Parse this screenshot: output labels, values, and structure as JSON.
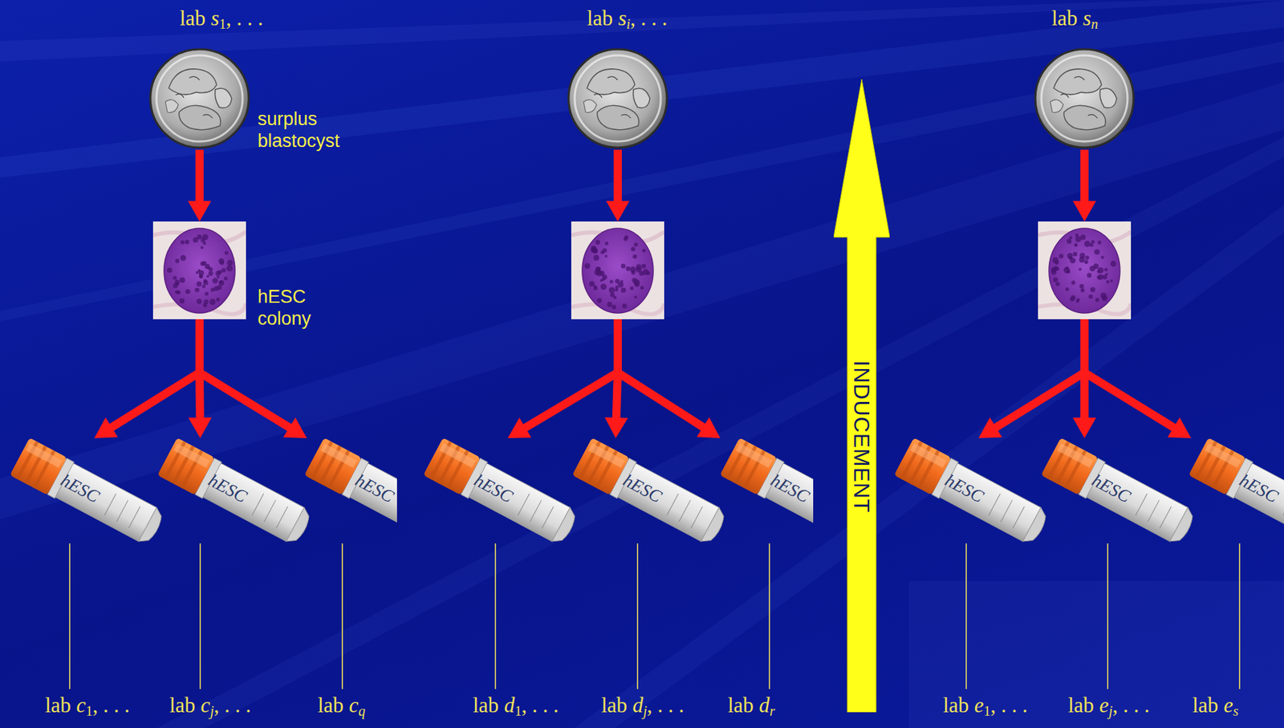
{
  "diagram": {
    "nodes": [
      {
        "text": [
          "lab s1, . . .",
          "surplus blastocyst"
        ]
      },
      {
        "text": [
          "hESC colony"
        ]
      },
      {
        "text": [
          "hESC"
        ]
      },
      {
        "text": [
          "hESC"
        ]
      },
      {
        "text": [
          "hESC"
        ]
      },
      {
        "text": [
          "lab si, . . ."
        ]
      },
      {
        "text": []
      },
      {
        "text": [
          "hESC"
        ]
      },
      {
        "text": [
          "hESC"
        ]
      },
      {
        "text": [
          "hESC"
        ]
      },
      {
        "text": [
          "INDUCEMENT"
        ]
      },
      {
        "text": [
          "lab sn"
        ]
      },
      {
        "text": []
      },
      {
        "text": [
          "hESC"
        ]
      },
      {
        "text": [
          "hESC"
        ]
      },
      {
        "text": [
          "hESC"
        ]
      }
    ],
    "edges": [
      {
        "from": 0,
        "to": 1,
        "arrow": "to"
      },
      {
        "from": 1,
        "to": 2,
        "arrow": "to"
      },
      {
        "from": 1,
        "to": 3,
        "arrow": "to"
      },
      {
        "from": 1,
        "to": 4,
        "arrow": "to"
      },
      {
        "from": 5,
        "to": 6,
        "arrow": "to"
      },
      {
        "from": 6,
        "to": 7,
        "arrow": "to"
      },
      {
        "from": 6,
        "to": 8,
        "arrow": "to"
      },
      {
        "from": 6,
        "to": 9,
        "arrow": "to"
      },
      {
        "from": 11,
        "to": 12,
        "arrow": "to"
      },
      {
        "from": 12,
        "to": 13,
        "arrow": "to"
      },
      {
        "from": 12,
        "to": 14,
        "arrow": "to"
      },
      {
        "from": 12,
        "to": 15,
        "arrow": "to"
      }
    ],
    "labels": [
      "lab c1, . . .",
      "lab cj, . . .",
      "lab cq",
      "lab d1, . . .",
      "lab dj, . . .",
      "lab dr",
      "lab e1, . . .",
      "lab ej, . . .",
      "lab es"
    ]
  }
}
